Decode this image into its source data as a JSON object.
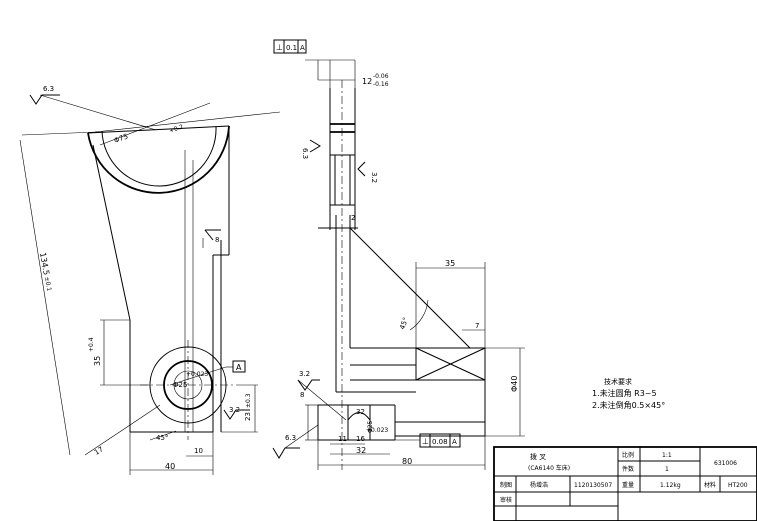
{
  "front_view": {
    "surface_63_top": "6.3",
    "bore_dim": "Φ75",
    "bore_tol": "+0.2",
    "height_dim": "134.5",
    "height_tol": "±0.1",
    "small_width": "8",
    "height_35": "35",
    "height_35_tol": "+0.4",
    "hole_dim": "Φ25",
    "hole_tol": "+0.023",
    "datum_tag": "A",
    "surface_32": "3.2",
    "depth_dim": "23",
    "depth_tol": "±0.3",
    "angle_45": "45°",
    "width_10": "10",
    "width_40": "40",
    "oblique_17": "17"
  },
  "side_view": {
    "gdt_symbol": "⊥",
    "gdt_value": "0.1",
    "gdt_datum": "A",
    "slot_dim": "12",
    "slot_tol_upper": "-0.06",
    "slot_tol_lower": "-0.16",
    "surface_63_left": "6.3",
    "surface_32_right": "3.2",
    "dim_2": "2",
    "dim_35": "35",
    "angle_45": "45°",
    "dim_7": "7",
    "dia_40": "Φ40",
    "surface_32_low": "3.2",
    "dim_8": "8",
    "dim_32_small": "32",
    "surface_63_low": "6.3",
    "dim_11": "11",
    "dim_16": "16",
    "bore_small": "Φ25",
    "bore_small_tol": "+0.023",
    "gdt2_symbol": "⊥",
    "gdt2_value": "0.08",
    "gdt2_datum": "A",
    "dim_32_bottom": "32",
    "dim_80": "80"
  },
  "tech_notes": {
    "heading": "技术要求",
    "line1": "1.未注圆角 R3~5",
    "line2": "2.未注倒角0.5×45°"
  },
  "title_block": {
    "part_name": "拨 叉",
    "part_model": "(CA6140 车床)",
    "ratio_label": "比例",
    "ratio_value": "1:1",
    "qty_label": "件数",
    "qty_value": "1",
    "drawing_no": "631006",
    "draw_label": "制图",
    "drawer": "杨增浩",
    "student_no": "1120130507",
    "weight_label": "重量",
    "weight_value": "1.12kg",
    "material_label": "材料",
    "material_value": "HT200",
    "check_label": "审核"
  }
}
